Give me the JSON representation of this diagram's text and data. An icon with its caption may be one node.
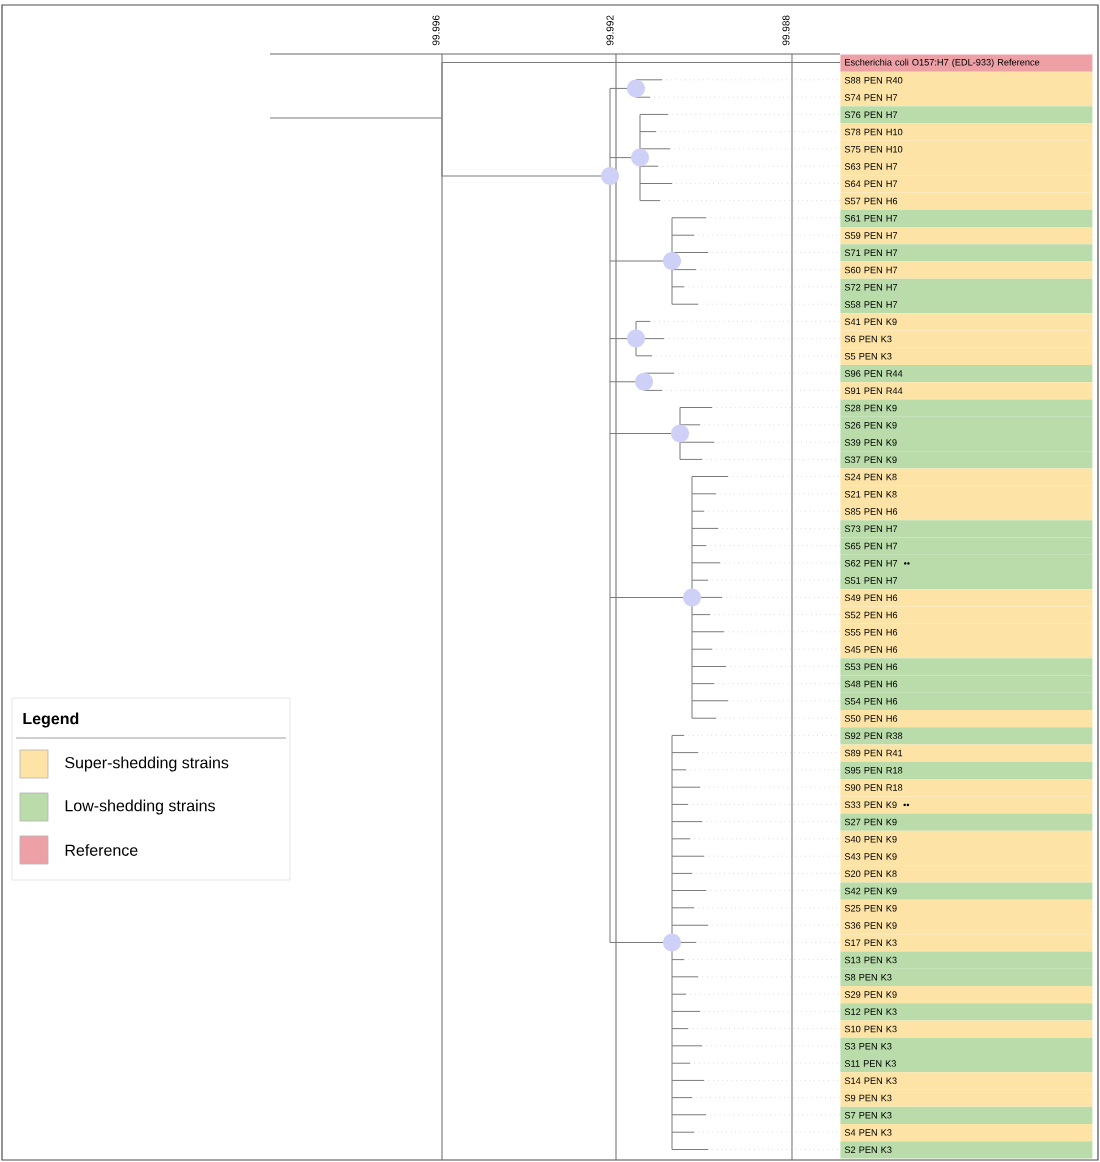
{
  "diagram": {
    "nodes": [
      {
        "text": [
          "Escherichia coli O157:H7 (EDL-933) Reference"
        ]
      },
      {
        "text": [
          "S88 PEN R40"
        ]
      },
      {
        "text": [
          "S74 PEN H7"
        ]
      },
      {
        "text": [
          "S76 PEN H7"
        ]
      },
      {
        "text": [
          "S78 PEN H10"
        ]
      },
      {
        "text": [
          "S75 PEN H10"
        ]
      },
      {
        "text": [
          "S63 PEN H7"
        ]
      },
      {
        "text": [
          "S64 PEN H7"
        ]
      },
      {
        "text": [
          "S57 PEN H6"
        ]
      },
      {
        "text": [
          "S61 PEN H7"
        ]
      },
      {
        "text": [
          "S59 PEN H7"
        ]
      },
      {
        "text": [
          "S71 PEN H7"
        ]
      },
      {
        "text": [
          "S60 PEN H7"
        ]
      },
      {
        "text": [
          "S72 PEN H7"
        ]
      },
      {
        "text": [
          "S58 PEN H7"
        ]
      },
      {
        "text": [
          "S41 PEN K9"
        ]
      },
      {
        "text": [
          "S6 PEN K3"
        ]
      },
      {
        "text": [
          "S5 PEN K3"
        ]
      },
      {
        "text": [
          "S96 PEN R44"
        ]
      },
      {
        "text": [
          "S91 PEN R44"
        ]
      },
      {
        "text": [
          "S28 PEN K9"
        ]
      },
      {
        "text": [
          "S26 PEN K9"
        ]
      },
      {
        "text": [
          "S39 PEN K9"
        ]
      },
      {
        "text": [
          "S37 PEN K9"
        ]
      },
      {
        "text": [
          "S24 PEN K8"
        ]
      },
      {
        "text": [
          "S21 PEN K8"
        ]
      },
      {
        "text": [
          "S85 PEN H6"
        ]
      },
      {
        "text": [
          "S73 PEN H7"
        ]
      },
      {
        "text": [
          "S65 PEN H7"
        ]
      },
      {
        "text": [
          "S62 PEN H7",
          "••"
        ]
      },
      {
        "text": [
          "S51 PEN H7"
        ]
      },
      {
        "text": [
          "S49 PEN H6"
        ]
      },
      {
        "text": [
          "S52 PEN H6"
        ]
      },
      {
        "text": [
          "S55 PEN H6"
        ]
      },
      {
        "text": [
          "S45 PEN H6"
        ]
      },
      {
        "text": [
          "S53 PEN H6"
        ]
      },
      {
        "text": [
          "S48 PEN H6"
        ]
      },
      {
        "text": [
          "S54 PEN H6"
        ]
      },
      {
        "text": [
          "S50 PEN H6"
        ]
      },
      {
        "text": [
          "S92 PEN R38"
        ]
      },
      {
        "text": [
          "S89 PEN R41"
        ]
      },
      {
        "text": [
          "S95 PEN R18"
        ]
      },
      {
        "text": [
          "S90 PEN R18"
        ]
      },
      {
        "text": [
          "S33 PEN K9",
          "••"
        ]
      },
      {
        "text": [
          "S27 PEN K9"
        ]
      },
      {
        "text": [
          "S40 PEN K9"
        ]
      },
      {
        "text": [
          "S43 PEN K9"
        ]
      },
      {
        "text": [
          "S20 PEN K8"
        ]
      },
      {
        "text": [
          "S42 PEN K9"
        ]
      },
      {
        "text": [
          "S25 PEN K9"
        ]
      },
      {
        "text": [
          "S36 PEN K9"
        ]
      },
      {
        "text": [
          "S17 PEN K3"
        ]
      },
      {
        "text": [
          "S13 PEN K3"
        ]
      },
      {
        "text": [
          "S8 PEN K3"
        ]
      },
      {
        "text": [
          "S29 PEN K9"
        ]
      },
      {
        "text": [
          "S12 PEN K3"
        ]
      },
      {
        "text": [
          "S10 PEN K3"
        ]
      },
      {
        "text": [
          "S3 PEN K3"
        ]
      },
      {
        "text": [
          "S11 PEN K3"
        ]
      },
      {
        "text": [
          "S14 PEN K3"
        ]
      },
      {
        "text": [
          "S9 PEN K3"
        ]
      },
      {
        "text": [
          "S7 PEN K3"
        ]
      },
      {
        "text": [
          "S4 PEN K3"
        ]
      },
      {
        "text": [
          "S2 PEN K3"
        ]
      }
    ],
    "labels": [
      "99.996",
      "99.992",
      "99.988",
      "Legend"
    ],
    "legend": [
      {
        "text": "Super-shedding strains",
        "color": "#fde4a6"
      },
      {
        "text": "Low-shedding strains",
        "color": "#b9dcaa"
      },
      {
        "text": "Reference",
        "color": "#eda1a6"
      }
    ]
  }
}
